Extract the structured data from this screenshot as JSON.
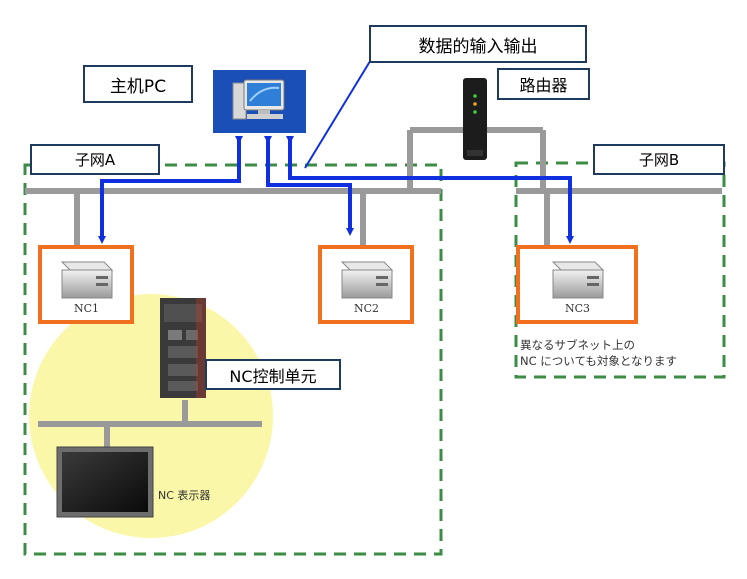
{
  "labels": {
    "host_pc": "主机PC",
    "data_io": "数据的输入输出",
    "router": "路由器",
    "subnet_a": "子网A",
    "subnet_b": "子网B",
    "nc_control_unit": "NC控制单元"
  },
  "nodes": {
    "nc1": "NC1",
    "nc2": "NC2",
    "nc3": "NC3",
    "nc_display": "NC 表示器"
  },
  "note": {
    "line1": "異なるサブネット上の",
    "line2": "NC についても対象となります"
  },
  "colors": {
    "subnet_border": "#3c8c46",
    "network_line": "#9a9a9a",
    "data_arrow": "#1030e0",
    "nc_border": "#f07020",
    "highlight": "#fbf7a8",
    "pc_background": "#1a4fb8"
  }
}
